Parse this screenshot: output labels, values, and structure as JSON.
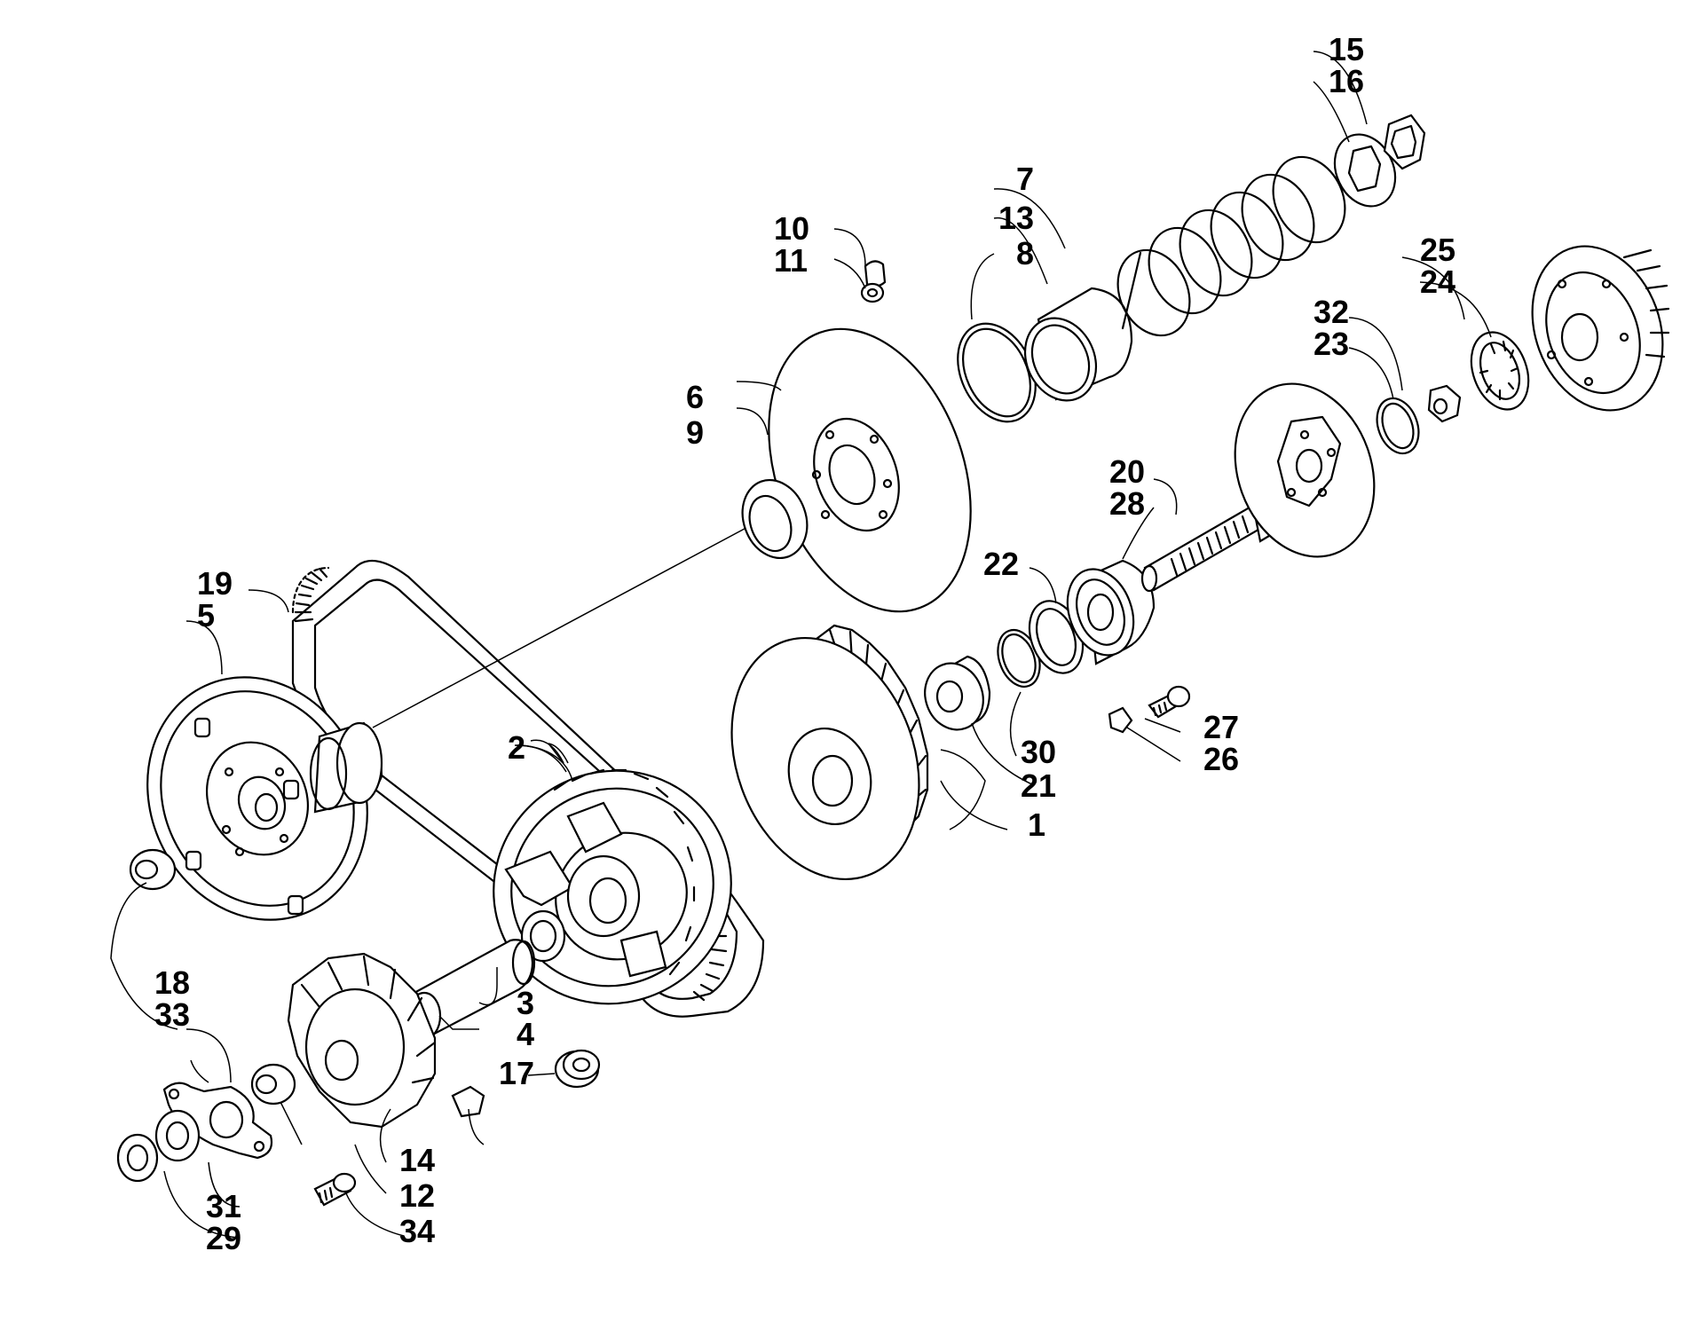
{
  "diagram": {
    "type": "exploded-parts-view",
    "callouts": [
      "1",
      "2",
      "3",
      "4",
      "5",
      "6",
      "7",
      "8",
      "9",
      "10",
      "11",
      "12",
      "13",
      "14",
      "15",
      "16",
      "17",
      "18",
      "19",
      "20",
      "21",
      "22",
      "23",
      "24",
      "25",
      "26",
      "27",
      "28",
      "29",
      "30",
      "31",
      "32",
      "33",
      "34"
    ]
  }
}
